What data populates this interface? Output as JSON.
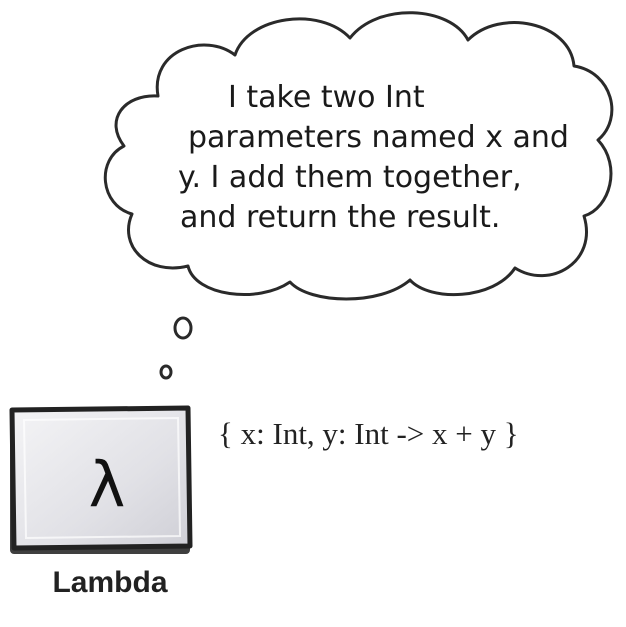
{
  "thought_bubble": {
    "lines": [
      "I take two Int",
      "parameters named x and",
      "y. I add them together,",
      "and return the result."
    ]
  },
  "lambda_box": {
    "symbol": "λ",
    "caption": "Lambda"
  },
  "code_expression": "{ x: Int, y: Int -> x + y }"
}
